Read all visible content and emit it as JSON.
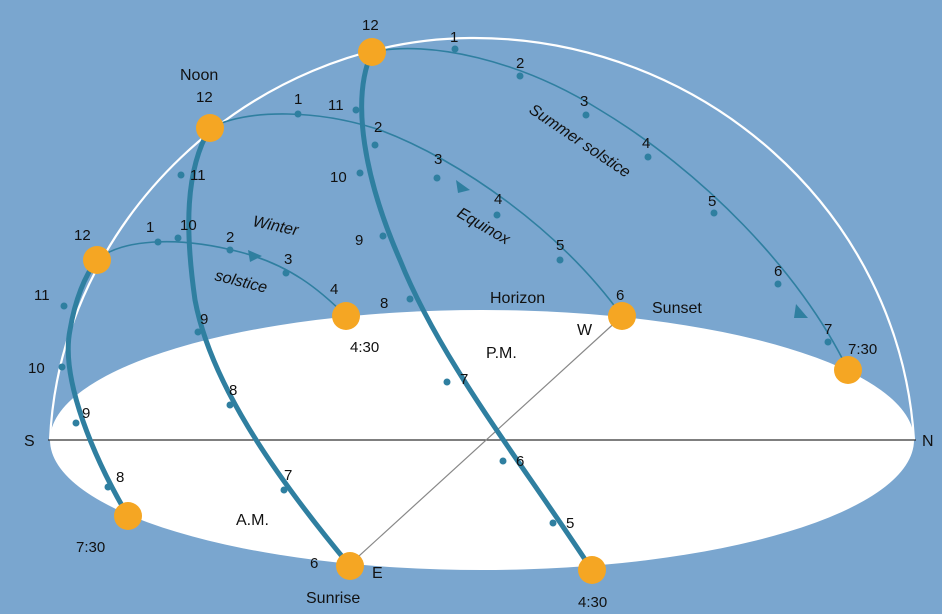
{
  "labels": {
    "noon": "Noon",
    "winter": "Winter",
    "solstice": "solstice",
    "summer_solstice": "Summer solstice",
    "equinox": "Equinox",
    "horizon": "Horizon",
    "sunset": "Sunset",
    "sunrise": "Sunrise",
    "am": "A.M.",
    "pm": "P.M.",
    "south": "S",
    "north": "N",
    "east": "E",
    "west": "W"
  },
  "winter": {
    "sunrise_time": "7:30",
    "sunset_time": "4:30",
    "am_hours": [
      "8",
      "9",
      "10",
      "11"
    ],
    "noon": "12",
    "pm_hours": [
      "1",
      "2",
      "3",
      "4"
    ]
  },
  "equinox": {
    "sunrise_hour": "6",
    "am_hours": [
      "7",
      "8",
      "9",
      "10",
      "11"
    ],
    "noon": "12",
    "pm_hours": [
      "1",
      "2",
      "3",
      "4",
      "5"
    ],
    "sunset_hour": "6"
  },
  "summer": {
    "sunrise_time": "4:30",
    "am_hours": [
      "5",
      "6",
      "7",
      "8",
      "9",
      "10",
      "11"
    ],
    "noon": "12",
    "pm_hours": [
      "1",
      "2",
      "3",
      "4",
      "5",
      "6",
      "7"
    ],
    "sunset_time": "7:30"
  },
  "colors": {
    "sky": "#7aa6cf",
    "ground": "#ffffff",
    "path": "#2f7fa0",
    "sun": "#f5a623"
  }
}
